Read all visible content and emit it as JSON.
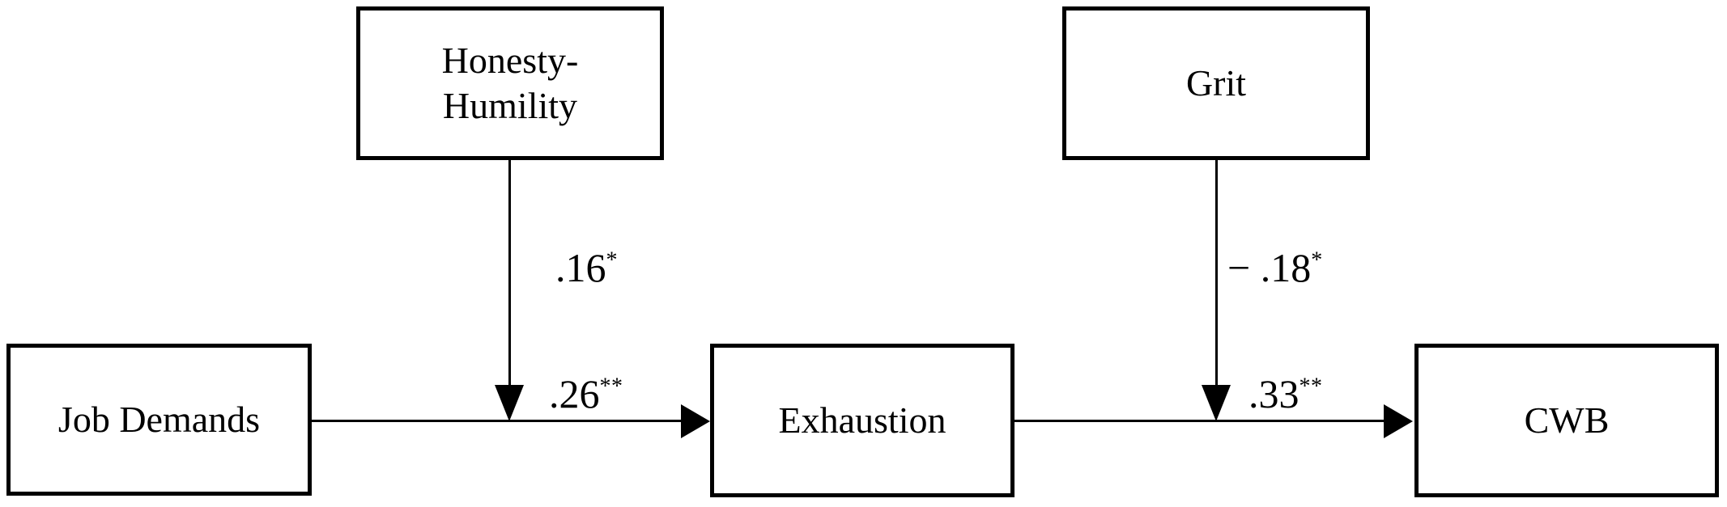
{
  "diagram": {
    "type": "path-model",
    "background_color": "#ffffff",
    "stroke_color": "#000000",
    "nodes": [
      {
        "id": "honesty-humility",
        "label": "Honesty-\nHumility"
      },
      {
        "id": "grit",
        "label": "Grit"
      },
      {
        "id": "job-demands",
        "label": "Job Demands"
      },
      {
        "id": "exhaustion",
        "label": "Exhaustion"
      },
      {
        "id": "cwb",
        "label": "CWB"
      }
    ],
    "paths": [
      {
        "id": "job-demands-to-exhaustion",
        "from": "job-demands",
        "to": "exhaustion",
        "coefficient": ".26",
        "significance": "**",
        "direction": "right"
      },
      {
        "id": "exhaustion-to-cwb",
        "from": "exhaustion",
        "to": "cwb",
        "coefficient": ".33",
        "significance": "**",
        "direction": "right"
      },
      {
        "id": "honesty-humility-moderation",
        "from": "honesty-humility",
        "to": "job-demands-to-exhaustion",
        "coefficient": ".16",
        "significance": "*",
        "direction": "down"
      },
      {
        "id": "grit-moderation",
        "from": "grit",
        "to": "exhaustion-to-cwb",
        "coefficient": "− .18",
        "significance": "*",
        "direction": "down"
      }
    ]
  }
}
